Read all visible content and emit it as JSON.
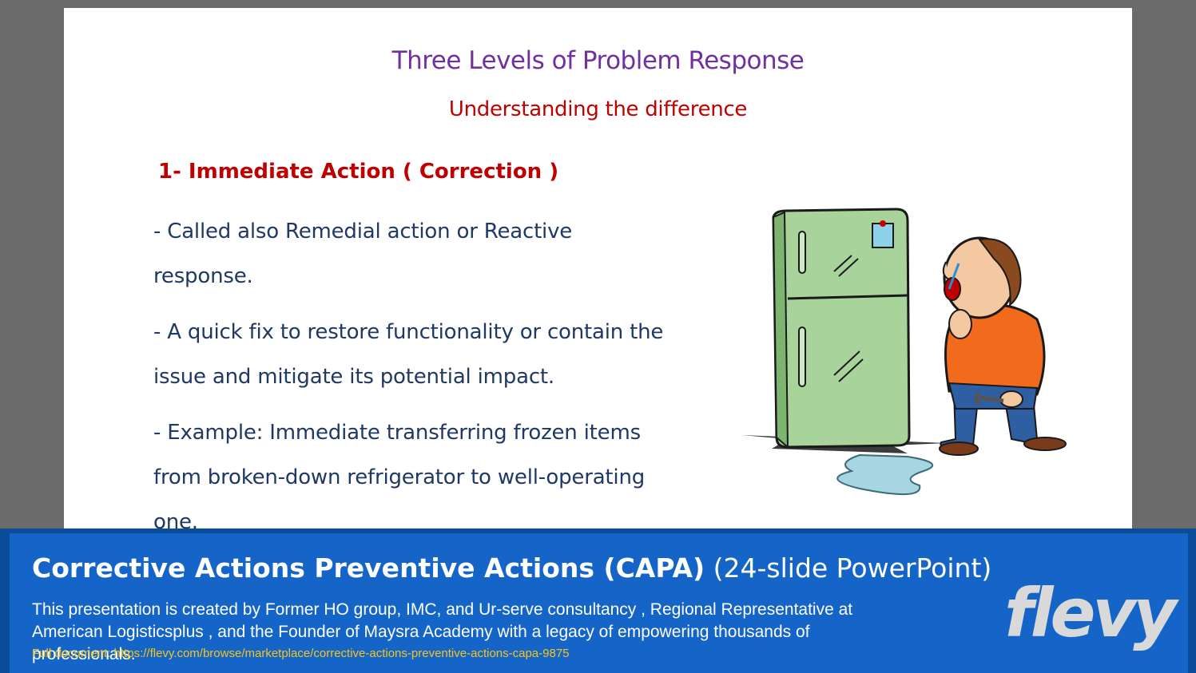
{
  "slide": {
    "title": "Three Levels of Problem Response",
    "subtitle": "Understanding the difference",
    "section_heading": "1- Immediate Action ( Correction )",
    "bullets": [
      "- Called also Remedial action or Reactive response.",
      "- A quick fix to restore functionality or contain the issue and mitigate its potential impact.",
      "- Example: Immediate transferring frozen items from broken-down refrigerator to well-operating one."
    ],
    "illustration_icon": "broken-refrigerator-with-crying-man-illustration"
  },
  "banner": {
    "title_bold": "Corrective Actions Preventive Actions (CAPA)",
    "title_light": "(24-slide PowerPoint)",
    "description": "This presentation is created by Former HO group, IMC, and Ur-serve consultancy , Regional Representative at American Logisticsplus , and the Founder of Maysra Academy with a legacy of empowering thousands of professionals.",
    "link_text": "Full document: https://flevy.com/browse/marketplace/corrective-actions-preventive-actions-capa-9875",
    "brand": "flevy"
  },
  "colors": {
    "title": "#7030a0",
    "accent_red": "#c00000",
    "body_text": "#1f3864",
    "banner_bg": "#1565c8",
    "link": "#f5c518"
  }
}
